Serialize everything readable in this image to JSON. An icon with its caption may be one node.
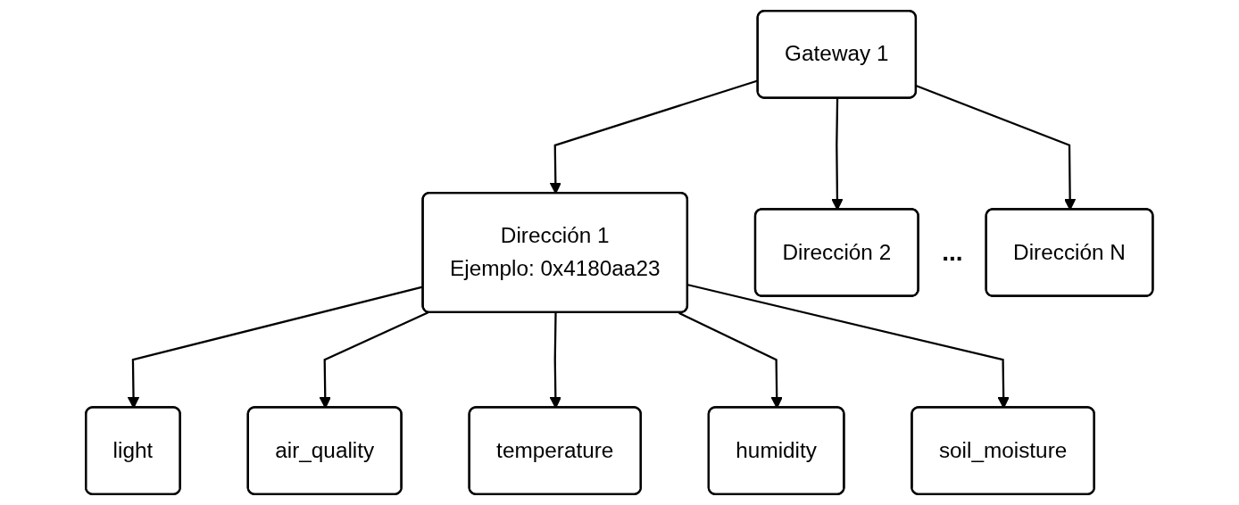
{
  "diagram": {
    "nodes": [
      {
        "text": [
          "Gateway 1"
        ]
      },
      {
        "text": [
          "Dirección 1",
          "Ejemplo: 0x4180aa23"
        ]
      },
      {
        "text": [
          "Dirección 2"
        ]
      },
      {
        "text": [
          "Dirección N"
        ]
      },
      {
        "text": [
          "light"
        ]
      },
      {
        "text": [
          "air_quality"
        ]
      },
      {
        "text": [
          "temperature"
        ]
      },
      {
        "text": [
          "humidity"
        ]
      },
      {
        "text": [
          "soil_moisture"
        ]
      }
    ],
    "edges": [
      {
        "from": 0,
        "to": 1,
        "arrow": "to"
      },
      {
        "from": 0,
        "to": 2,
        "arrow": "to"
      },
      {
        "from": 0,
        "to": 3,
        "arrow": "to"
      },
      {
        "from": 1,
        "to": 4,
        "arrow": "to"
      },
      {
        "from": 1,
        "to": 5,
        "arrow": "to"
      },
      {
        "from": 1,
        "to": 6,
        "arrow": "to"
      },
      {
        "from": 1,
        "to": 7,
        "arrow": "to"
      },
      {
        "from": 1,
        "to": 8,
        "arrow": "to"
      }
    ],
    "labels": [
      "..."
    ]
  }
}
